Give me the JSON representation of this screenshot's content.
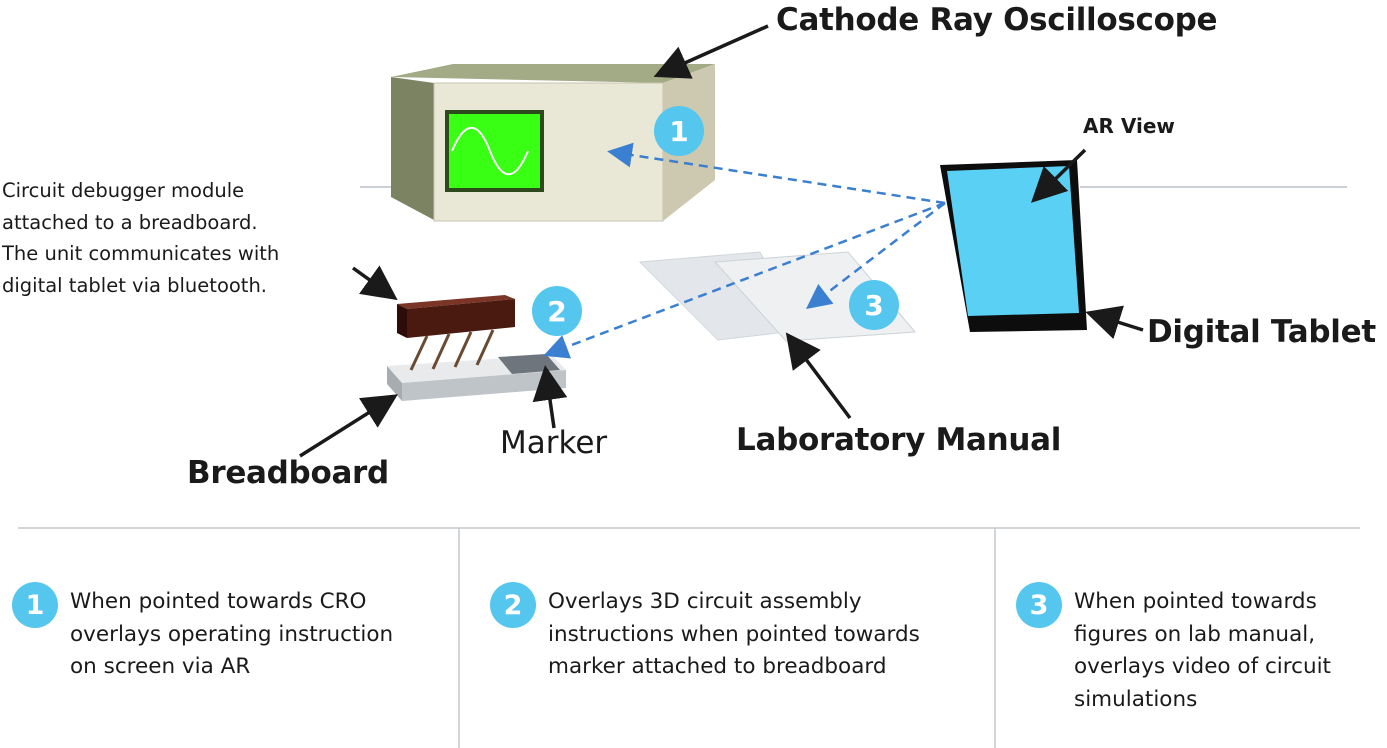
{
  "labels": {
    "oscilloscope": "Cathode Ray Oscilloscope",
    "ar_view": "AR View",
    "digital_tablet": "Digital Tablet",
    "breadboard": "Breadboard",
    "marker": "Marker",
    "lab_manual": "Laboratory Manual"
  },
  "description": [
    "Circuit debugger module",
    "attached to a breadboard.",
    "The unit communicates with",
    "digital tablet via bluetooth."
  ],
  "badges": [
    "1",
    "2",
    "3"
  ],
  "legend": [
    {
      "num": "1",
      "lines": [
        "When pointed towards CRO",
        "overlays operating instruction",
        "on screen via AR"
      ]
    },
    {
      "num": "2",
      "lines": [
        "Overlays 3D circuit assembly",
        "instructions when pointed towards",
        "marker attached to breadboard"
      ]
    },
    {
      "num": "3",
      "lines": [
        "When pointed towards",
        "figures on lab manual,",
        "overlays video of circuit",
        "simulations"
      ]
    }
  ],
  "colors": {
    "badge": "#55c6ee",
    "arrow_dashed": "#3a7fd0",
    "screen_green": "#39ff14",
    "tablet_screen": "#5ad0f5",
    "module_brown": "#4a1a10"
  }
}
